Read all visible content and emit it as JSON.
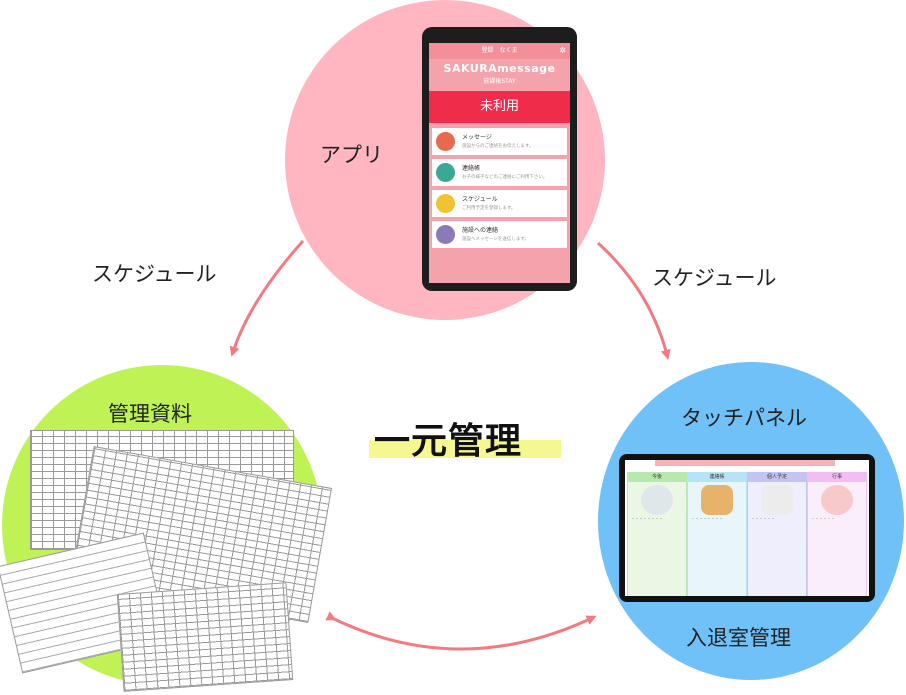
{
  "nodes": {
    "app": {
      "label": "アプリ",
      "color": "#ffb6c1"
    },
    "documents": {
      "label": "管理資料",
      "color": "#bff355"
    },
    "panel": {
      "label": "タッチパネル",
      "sublabel": "入退室管理",
      "color": "#6fc1f7"
    }
  },
  "edges": {
    "left": "スケジュール",
    "right": "スケジュール"
  },
  "center": {
    "label": "一元管理",
    "highlight": "#f7f792"
  },
  "arrow_color": "#f47a82",
  "phone": {
    "status": "登録　なくま",
    "brand": "SAKURAmessage",
    "brand_sub": "放課後STAY",
    "unused_label": "未利用",
    "menu": [
      {
        "title": "メッセージ",
        "desc": "施設からのご連絡をお伝えします。",
        "icon": "envelope-icon",
        "color": "#e8694d"
      },
      {
        "title": "連絡帳",
        "desc": "お子の様子などのご連絡にご利用下さい。",
        "icon": "chat-icon",
        "color": "#3aa897"
      },
      {
        "title": "スケジュール",
        "desc": "ご利用予定を登録します。",
        "icon": "calendar-icon",
        "color": "#f0c234"
      },
      {
        "title": "施設への連絡",
        "desc": "施設へメッセージを送信します。",
        "icon": "heart-icon",
        "color": "#8d79b8"
      }
    ]
  },
  "tablet": {
    "columns": [
      {
        "title": "今後",
        "color": "#b9e7b0",
        "animal": "seal-icon"
      },
      {
        "title": "連絡帳",
        "color": "#b6e4f6",
        "animal": "giraffe-icon"
      },
      {
        "title": "個人予定",
        "color": "#c4c4f2",
        "animal": "sheep-icon"
      },
      {
        "title": "行事",
        "color": "#f2bef2",
        "animal": "pig-icon"
      }
    ]
  }
}
